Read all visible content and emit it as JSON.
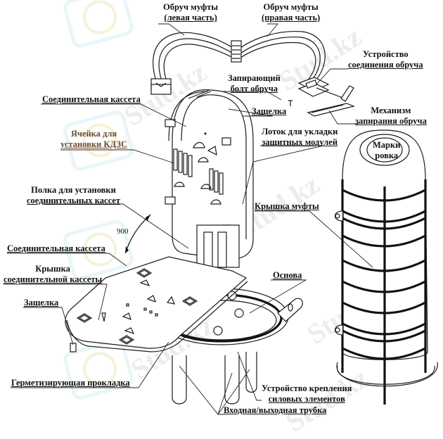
{
  "diagram": {
    "subject": "Оптическая муфта (схема устройства)",
    "labels": {
      "hoop_left": [
        "Обруч муфты",
        "(левая часть)"
      ],
      "hoop_right": [
        "Обруч муфты",
        "(правая часть)"
      ],
      "hoop_connector": [
        "Устройство",
        "соединения обруча"
      ],
      "locking_bolt": [
        "Запирающий",
        "болт обруча"
      ],
      "splice_cassette_top": "Соединительная кассета",
      "latch_top": "Защелка",
      "hoop_lock_mechanism": [
        "Механизм",
        "запирания обруча"
      ],
      "kdzs_cell": [
        "Ячейка для",
        "установки КДЗС"
      ],
      "module_tray": [
        "Лоток для укладки",
        "защитных модулей"
      ],
      "marking": [
        "Марки",
        "ровка"
      ],
      "cassette_shelf": [
        "Полка для установки",
        "соединительных кассет"
      ],
      "closure_cover": "Крышка муфты",
      "angle": "900",
      "splice_cassette_lower": "Соединительная кассета",
      "cassette_cover": [
        "Крышка",
        "соединительной кассеты"
      ],
      "base": "Основа",
      "latch_lower": "Защелка",
      "sealing_gasket": "Герметизирующая прокладка",
      "strength_member_mount": [
        "Устройство крепления",
        "силовых элементов"
      ],
      "io_tube": "Входная/выходная трубка"
    },
    "watermark": "Stud.kz"
  }
}
